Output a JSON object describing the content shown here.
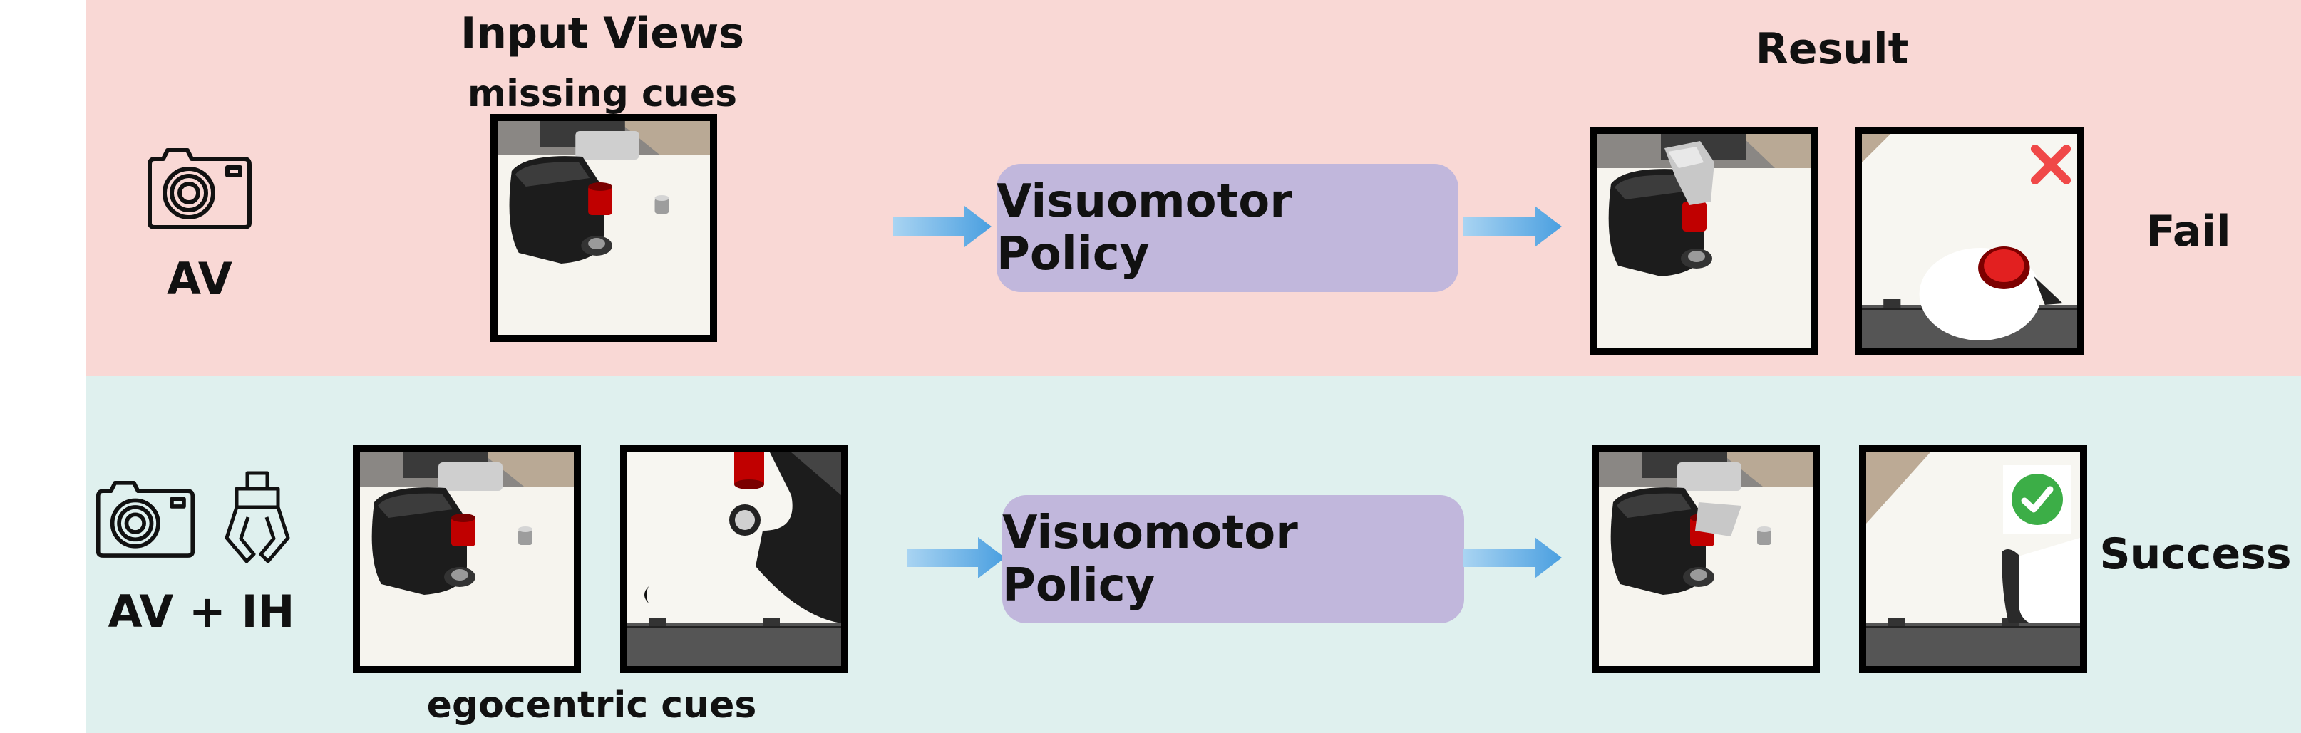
{
  "header": {
    "input_views": "Input Views",
    "result": "Result"
  },
  "top_row": {
    "caption": "missing cues",
    "modality": "AV",
    "policy_label": "Visuomotor Policy",
    "outcome": "Fail",
    "outcome_icon": "cross-icon",
    "outcome_color": "#f04848"
  },
  "bottom_row": {
    "caption": "egocentric cues",
    "modality": "AV + IH",
    "policy_label": "Visuomotor Policy",
    "outcome": "Success",
    "outcome_icon": "check-icon",
    "outcome_color": "#3cae47"
  },
  "colors": {
    "top_band": "#f9d8d5",
    "bottom_band": "#dff0ee",
    "policy_box": "#c1b7dc",
    "arrow": "#5aaee6"
  }
}
